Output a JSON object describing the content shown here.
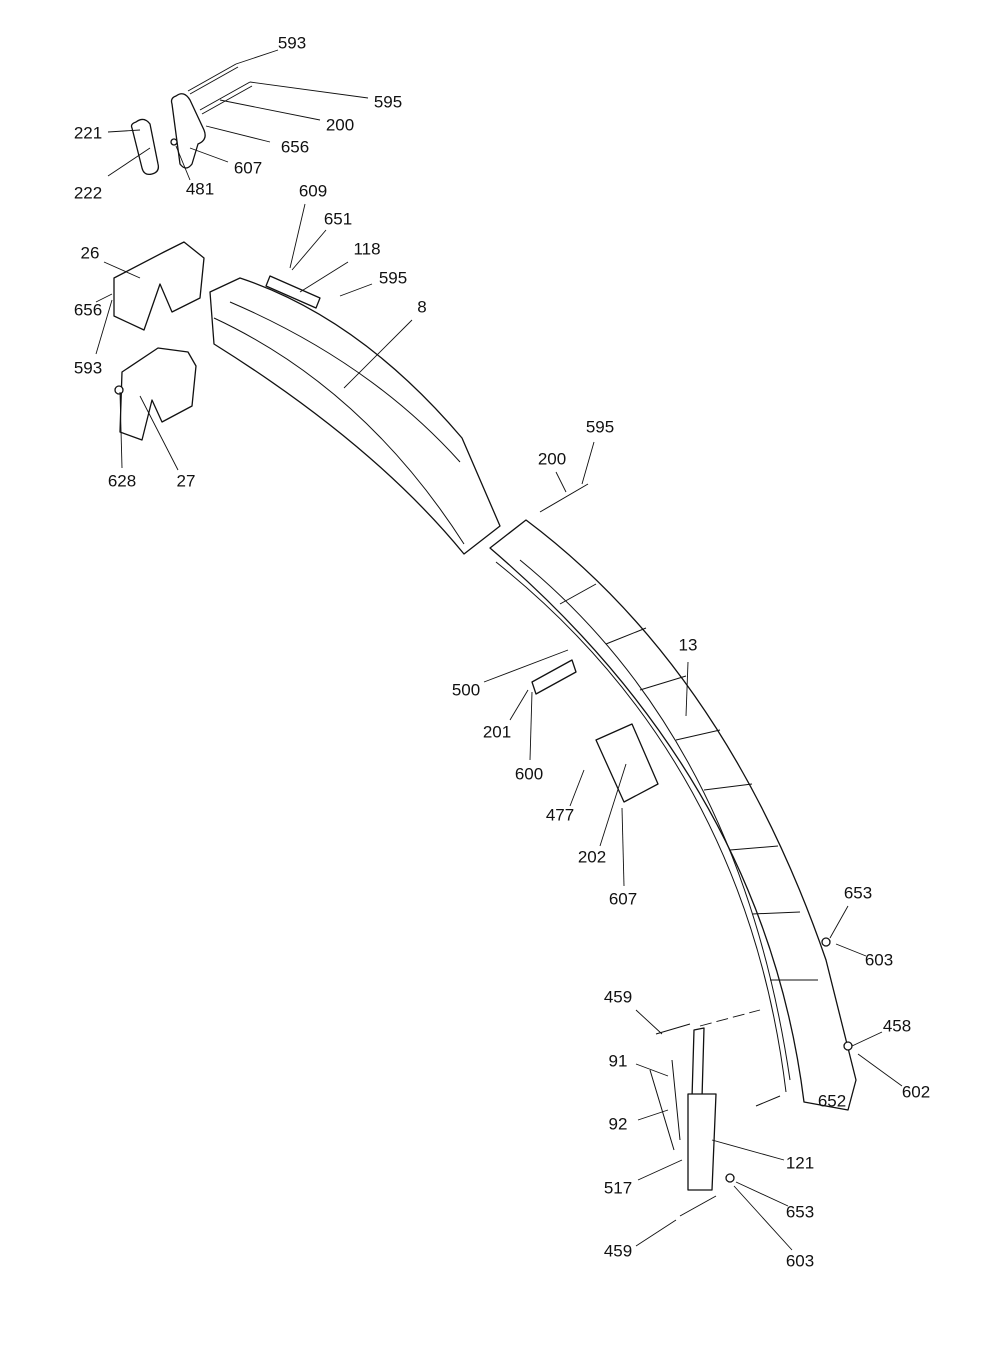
{
  "diagram": {
    "type": "exploded-parts-diagram",
    "callouts": [
      "593",
      "595",
      "200",
      "656",
      "607",
      "481",
      "221",
      "222",
      "609",
      "651",
      "118",
      "595",
      "8",
      "26",
      "656",
      "593",
      "628",
      "27",
      "595",
      "200",
      "13",
      "500",
      "201",
      "600",
      "477",
      "202",
      "607",
      "653",
      "603",
      "459",
      "458",
      "91",
      "602",
      "92",
      "121",
      "517",
      "653",
      "459",
      "603",
      "652"
    ]
  }
}
